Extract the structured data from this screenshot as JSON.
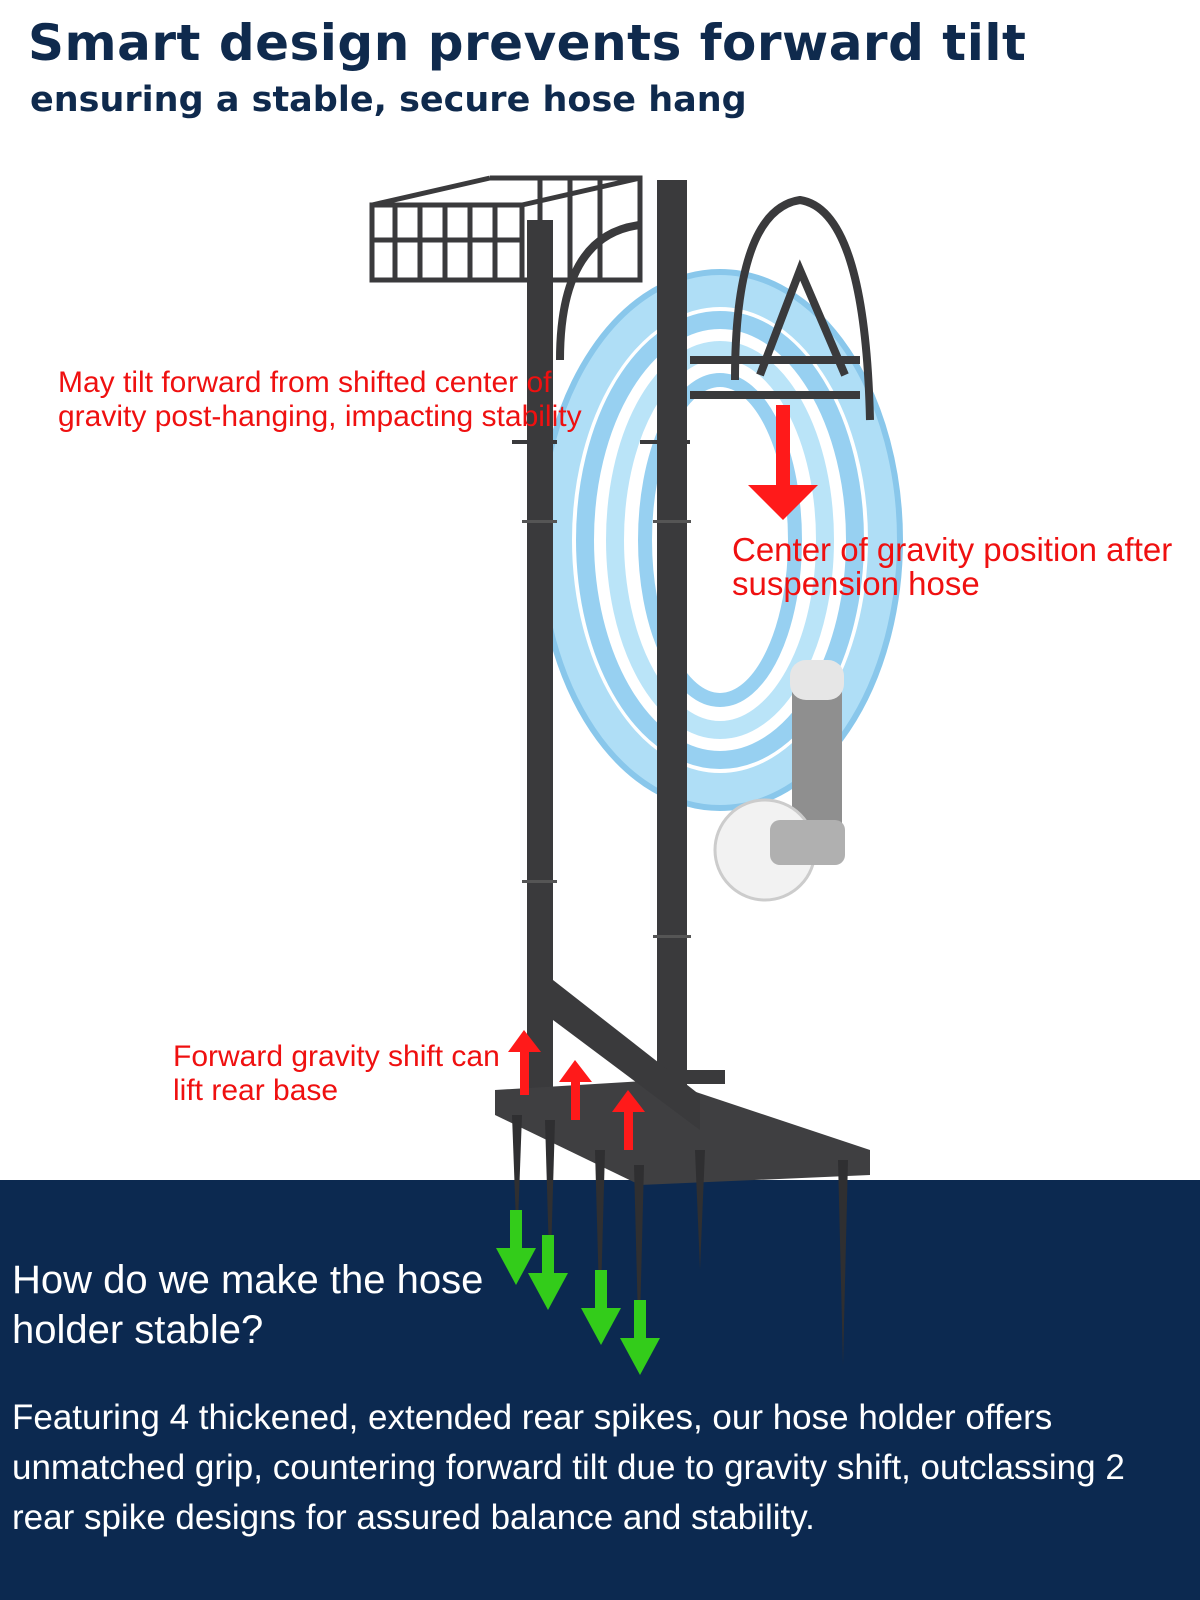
{
  "header": {
    "title": "Smart design prevents forward tilt",
    "subtitle": "ensuring a stable, secure hose hang"
  },
  "annotations": {
    "tilt_warning": "May tilt forward from shifted center of gravity post-hanging, impacting stability",
    "center_of_gravity": "Center of gravity position after suspension hose",
    "base_lift": "Forward gravity shift can lift rear base"
  },
  "bottom_panel": {
    "question": "How do we make the hose holder stable?",
    "description": "Featuring 4 thickened, extended rear spikes, our hose holder offers unmatched grip, countering forward tilt due to gravity shift, outclassing 2 rear spike designs for assured balance and stability."
  },
  "colors": {
    "title": "#0f2a4d",
    "panel_background": "#0c2950",
    "warning_text": "#ef1010",
    "down_arrow": "#ff1a1a",
    "up_arrows": "#ff1a1a",
    "spike_arrows": "#33cc1a",
    "hose": "#9fd8f5",
    "frame": "#3a3a3c"
  },
  "icons": {
    "gravity_arrow": "arrow-down-icon",
    "lift_arrows": "arrow-up-icon",
    "spike_arrows": "arrow-down-icon"
  }
}
